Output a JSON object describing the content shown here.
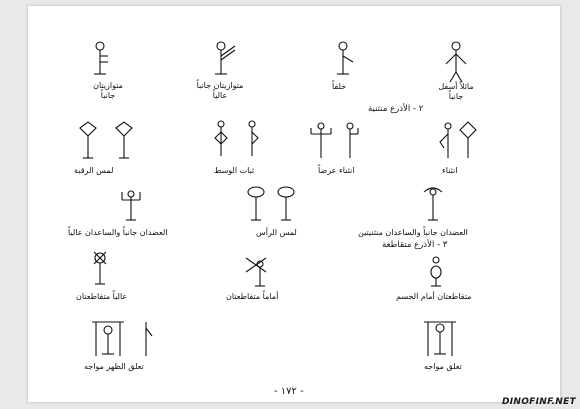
{
  "page": {
    "row1": {
      "l1a": "متوازيتان",
      "l1b": "جانباً",
      "l2a": "متوازيتان جانباً",
      "l2b": "عالياً",
      "l3": "خلفاً",
      "l4a": "مائلاً أسفل",
      "l4b": "جانباً"
    },
    "section2": "٢ - الأذرع منثنية",
    "row2": {
      "l1": "لمس الرقبة",
      "l2": "ثبات الوسط",
      "l3": "انثناء عرضاً",
      "l4": "انثناء"
    },
    "row3": {
      "l1": "العضدان جانباً والساعدان عالياً",
      "l2": "لمس الرأس",
      "l3": "العضدان جانباً والساعدان منثنيتين"
    },
    "section3": "٣ - الأذرع متقاطعة",
    "row4": {
      "l1": "عالياً متقاطعتان",
      "l2": "أماماً متقاطعتان",
      "l3": "متقاطعتان أمام الجسم"
    },
    "row5": {
      "l1": "تعلق الظهر مواجه",
      "l2": "تعلق مواجه"
    },
    "page_number": "- ١٧٢ -",
    "watermark": "DINOFINF.NET"
  }
}
